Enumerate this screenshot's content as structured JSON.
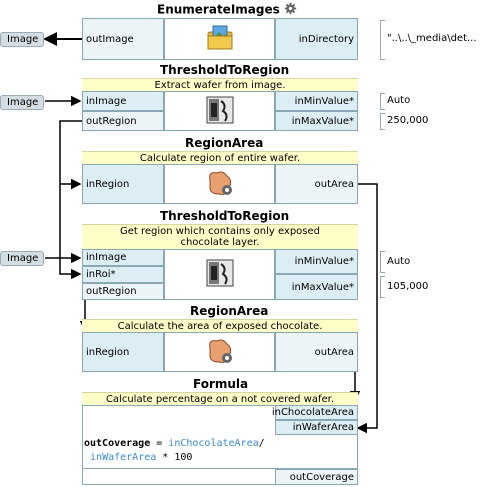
{
  "colors": {
    "accent": "#3a8ad0",
    "input_port": "#dcedf3",
    "desc_bg": "#fffdc8"
  },
  "nodes": [
    {
      "title": "EnumerateImages",
      "title_icon": "gear-icon",
      "icon": "folder-images-icon",
      "inputs": [
        "inDirectory"
      ],
      "outputs": [
        "outImage"
      ],
      "params": [
        "\"..\\..\\_media\\det..."
      ]
    },
    {
      "title": "ThresholdToRegion",
      "description": "Extract wafer from image.",
      "icon": "threshold-icon",
      "inputs_left": [
        "inImage"
      ],
      "outputs_left": [
        "outRegion"
      ],
      "inputs_right": [
        "inMinValue*",
        "inMaxValue*"
      ],
      "params": [
        "Auto",
        "250,000"
      ]
    },
    {
      "title": "RegionArea",
      "description": "Calculate region of entire wafer.",
      "icon": "region-area-icon",
      "inputs": [
        "inRegion"
      ],
      "outputs": [
        "outArea"
      ]
    },
    {
      "title": "ThresholdToRegion",
      "description": "Get region which contains only exposed chocolate layer.",
      "icon": "threshold-icon",
      "inputs_left": [
        "inImage",
        "inRoi*"
      ],
      "outputs_left": [
        "outRegion"
      ],
      "inputs_right": [
        "inMinValue*",
        "inMaxValue*"
      ],
      "params": [
        "Auto",
        "105,000"
      ]
    },
    {
      "title": "RegionArea",
      "description": "Calculate the area of exposed chocolate.",
      "icon": "region-area-icon",
      "inputs": [
        "inRegion"
      ],
      "outputs": [
        "outArea"
      ]
    },
    {
      "title": "Formula",
      "description": "Calculate percentage on a not covered wafer.",
      "inputs": [
        "inChocolateArea",
        "inWaferArea"
      ],
      "formula": {
        "lhs": "outCoverage",
        "op": " = ",
        "var1": "inChocolateArea",
        "div": "/",
        "var2": "inWaferArea",
        "rest": " * 100"
      },
      "outputs": [
        "outCoverage"
      ]
    }
  ],
  "external": {
    "image_label": "Image"
  }
}
